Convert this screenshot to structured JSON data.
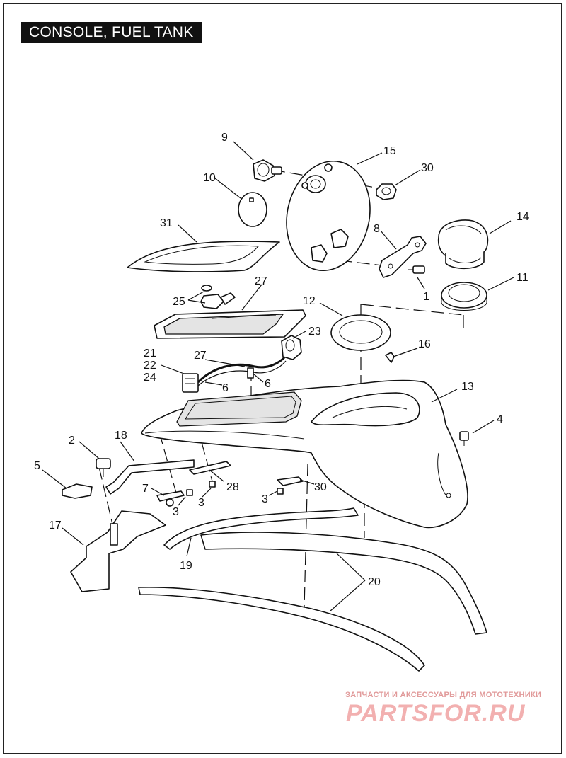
{
  "title": "CONSOLE, FUEL TANK",
  "callouts": {
    "c1": "1",
    "c2": "2",
    "c3a": "3",
    "c3b": "3",
    "c3c": "3",
    "c4": "4",
    "c5": "5",
    "c6a": "6",
    "c6b": "6",
    "c7": "7",
    "c8": "8",
    "c9": "9",
    "c10": "10",
    "c11": "11",
    "c12": "12",
    "c13": "13",
    "c14": "14",
    "c15": "15",
    "c16": "16",
    "c17": "17",
    "c18": "18",
    "c19": "19",
    "c20": "20",
    "c21": "21",
    "c22": "22",
    "c23": "23",
    "c24": "24",
    "c25": "25",
    "c27a": "27",
    "c27b": "27",
    "c28": "28",
    "c30a": "30",
    "c30b": "30",
    "c31": "31"
  },
  "watermark": {
    "tagline": "ЗАПЧАСТИ И АКСЕССУАРЫ ДЛЯ МОТОТЕХНИКИ",
    "logo": "PARTSFOR.RU"
  }
}
